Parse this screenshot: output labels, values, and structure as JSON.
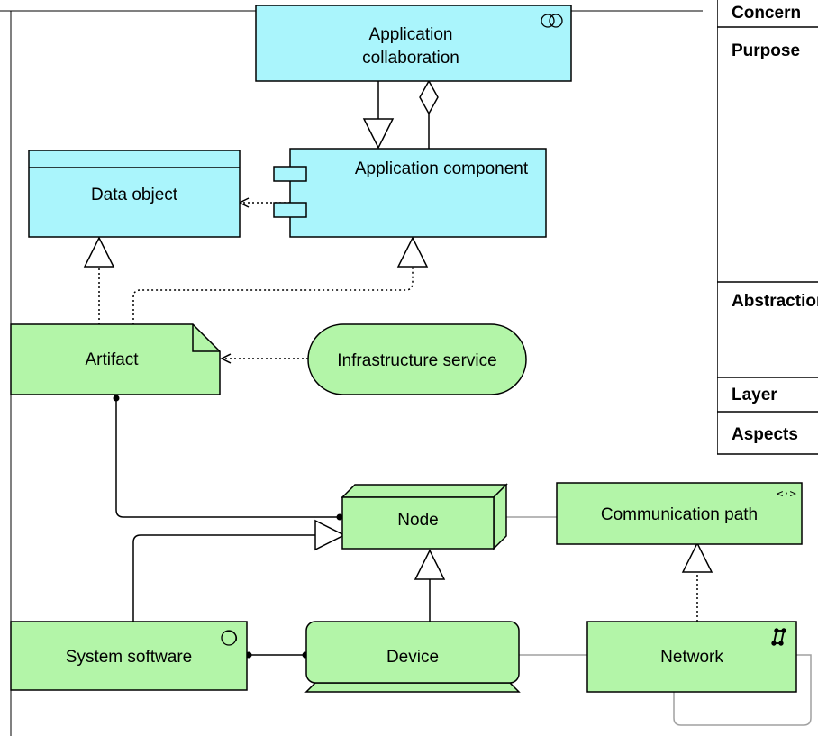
{
  "diagram": {
    "elements": {
      "app_collab": {
        "line1": "Application",
        "line2": "collaboration",
        "icon": "collaboration-icon"
      },
      "app_component": {
        "label": "Application component",
        "icon": "component-icon"
      },
      "data_object": {
        "label": "Data object"
      },
      "artifact": {
        "label": "Artifact"
      },
      "infra_service": {
        "label": "Infrastructure service"
      },
      "node": {
        "label": "Node"
      },
      "comm_path": {
        "label": "Communication path",
        "icon": "communication-path-icon"
      },
      "system_software": {
        "label": "System software",
        "icon": "system-software-icon"
      },
      "device": {
        "label": "Device"
      },
      "network": {
        "label": "Network",
        "icon": "network-icon"
      }
    },
    "side_table": {
      "rows": [
        "Concern",
        "Purpose",
        "Abstraction",
        "Layer",
        "Aspects"
      ]
    },
    "colors": {
      "application": "#aaf5fc",
      "technology": "#b3f5a8",
      "stroke": "#000000",
      "grey_line": "#a0a0a0"
    }
  }
}
